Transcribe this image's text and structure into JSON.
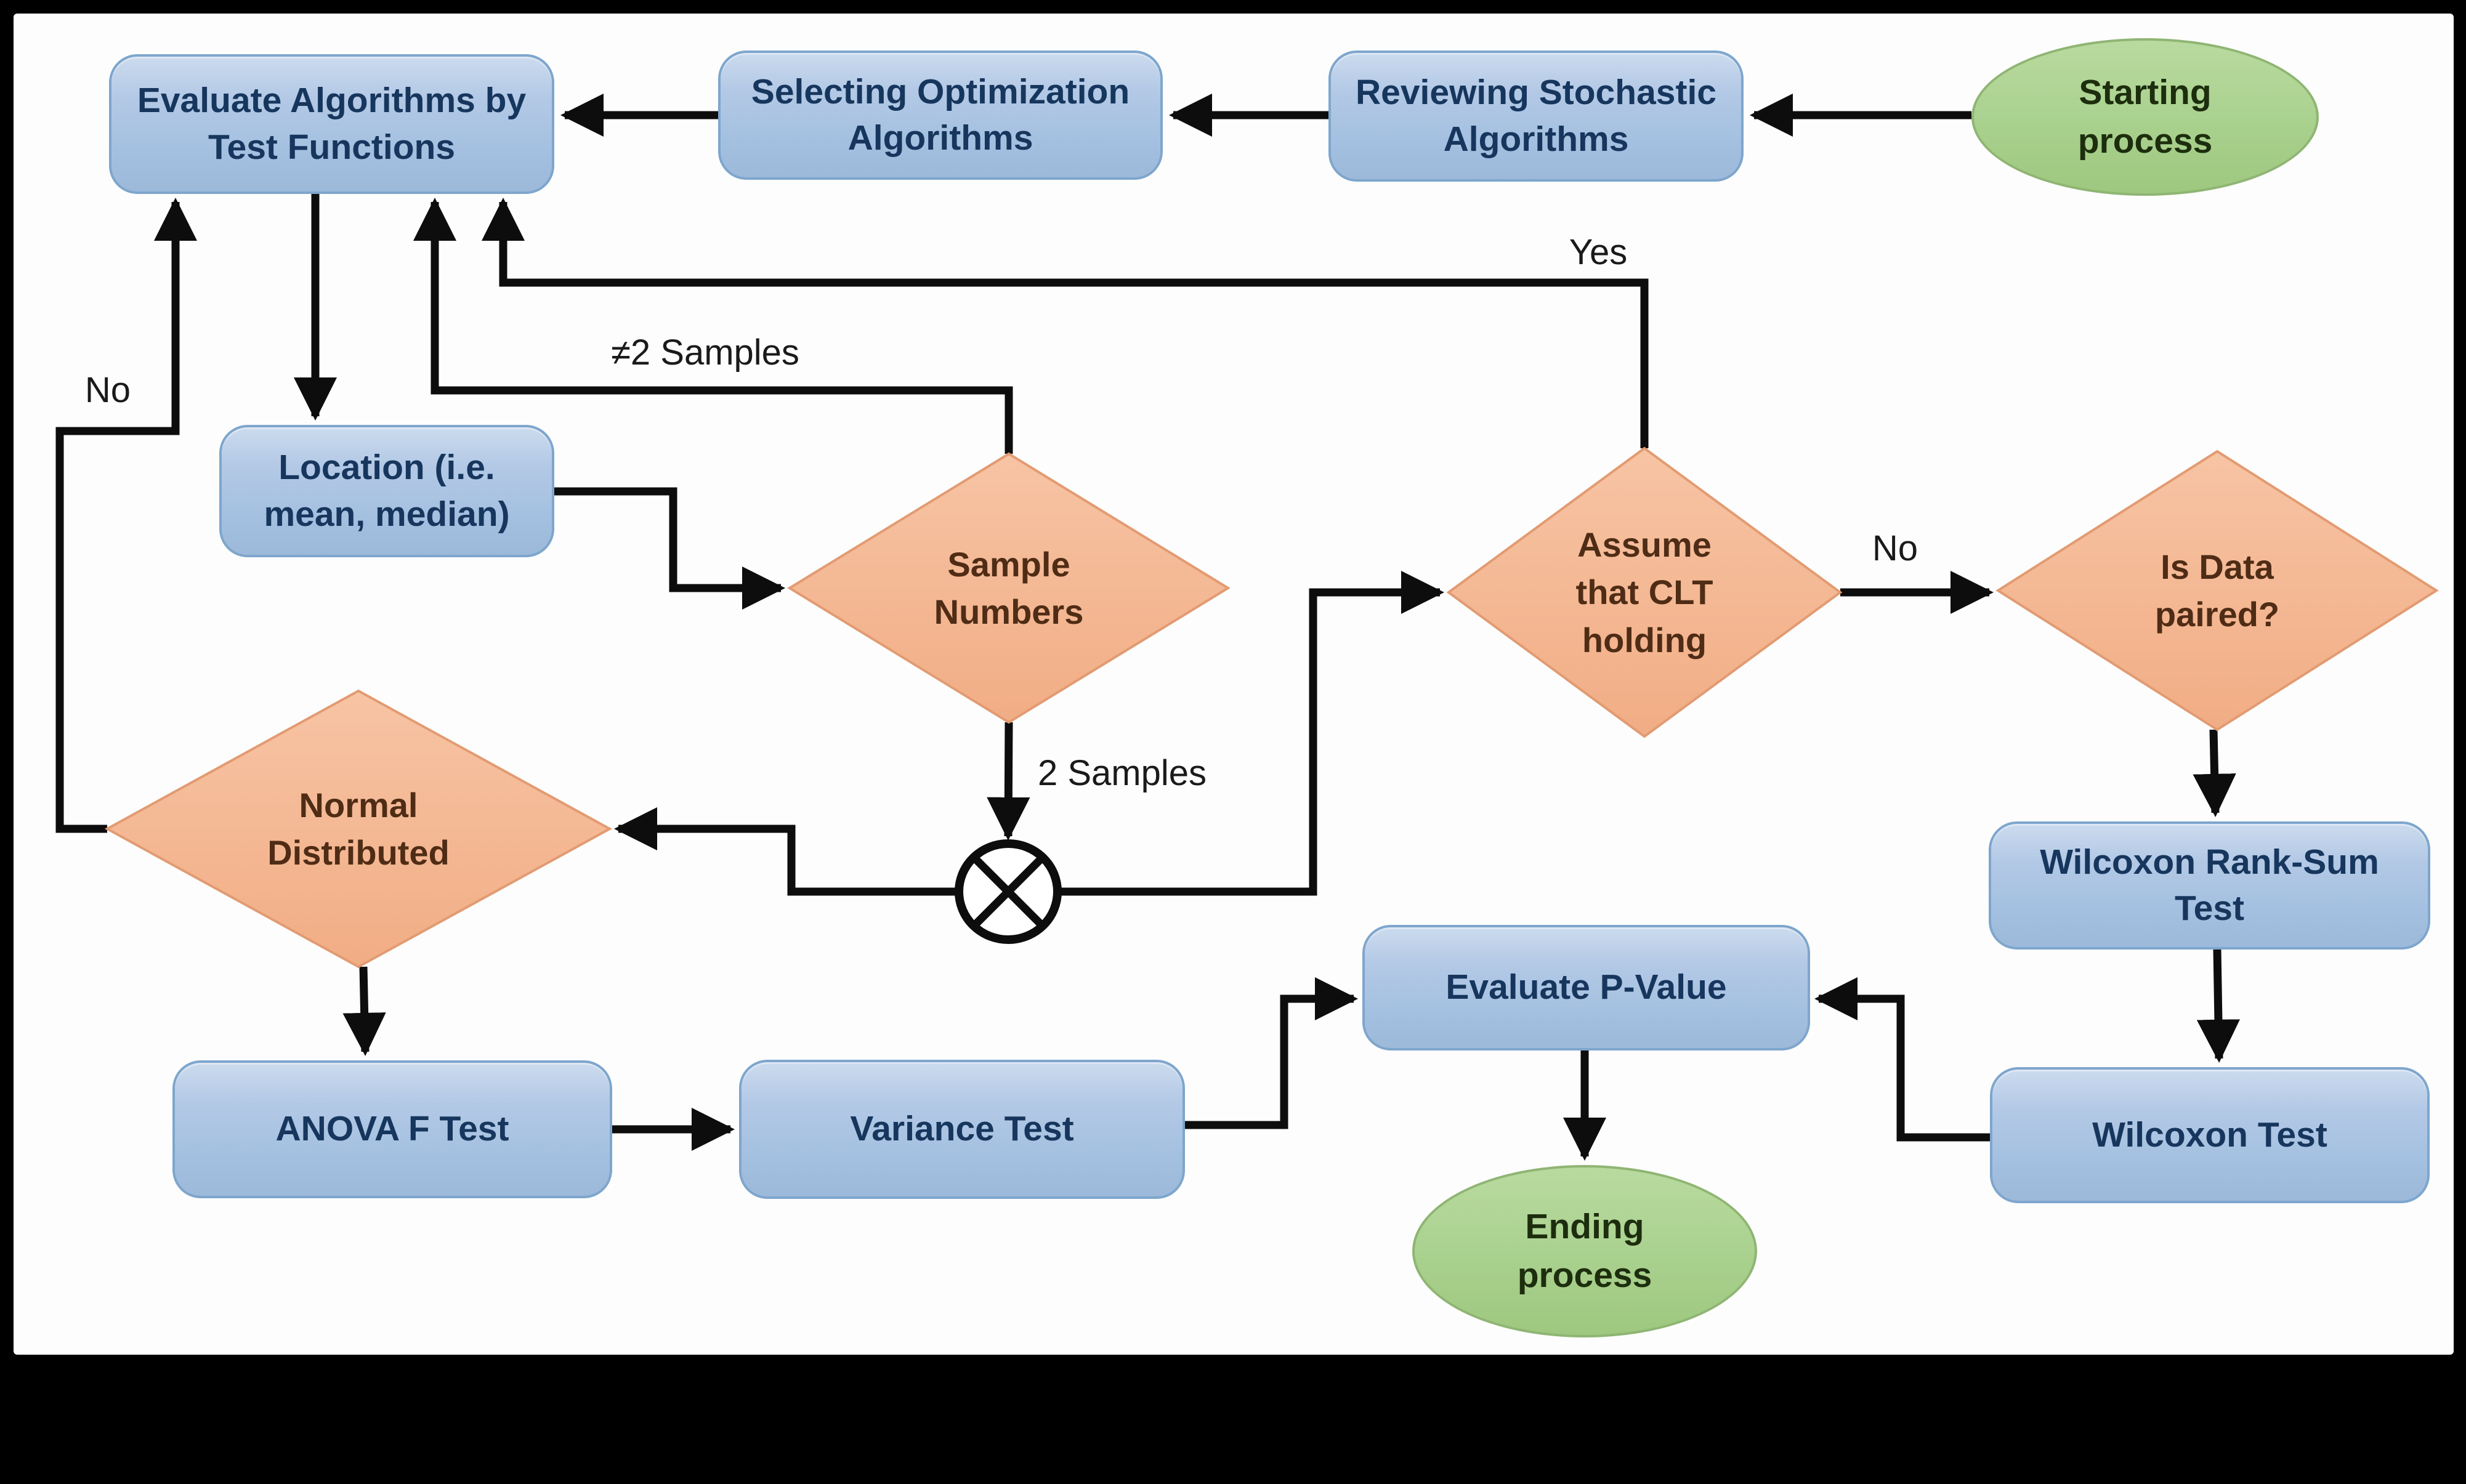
{
  "nodes": {
    "evaluate": {
      "label": "Evaluate Algorithms by\nTest Functions"
    },
    "selecting": {
      "label": "Selecting Optimization\nAlgorithms"
    },
    "reviewing": {
      "label": "Reviewing Stochastic\nAlgorithms"
    },
    "start": {
      "label": "Starting\nprocess"
    },
    "location": {
      "label": "Location (i.e.\nmean, median)"
    },
    "sample_numbers": {
      "label": "Sample\nNumbers"
    },
    "clt": {
      "label": "Assume\nthat CLT\nholding"
    },
    "paired": {
      "label": "Is Data\npaired?"
    },
    "normal": {
      "label": "Normal\nDistributed"
    },
    "anova": {
      "label": "ANOVA F Test"
    },
    "variance": {
      "label": "Variance Test"
    },
    "p_value": {
      "label": "Evaluate P-Value"
    },
    "wilcoxon_rank": {
      "label": "Wilcoxon Rank-Sum\nTest"
    },
    "wilcoxon": {
      "label": "Wilcoxon Test"
    },
    "end": {
      "label": "Ending\nprocess"
    }
  },
  "edge_labels": {
    "yes": "Yes",
    "no_clt": "No",
    "no_normal": "No",
    "not_two_samples": "≠2 Samples",
    "two_samples": "2 Samples"
  },
  "colors": {
    "process_fill": "#a9c4e3",
    "process_border": "#7ea6cd",
    "process_text": "#17365d",
    "decision_fill": "#f4b68f",
    "decision_border": "#e29b72",
    "decision_text": "#4f2c15",
    "terminator_fill": "#a9d18e",
    "terminator_border": "#8fb573",
    "terminator_text": "#1d2e0e",
    "connector": "#0d0d0d",
    "sheet": "#fdfdfd",
    "frame": "#000000"
  }
}
